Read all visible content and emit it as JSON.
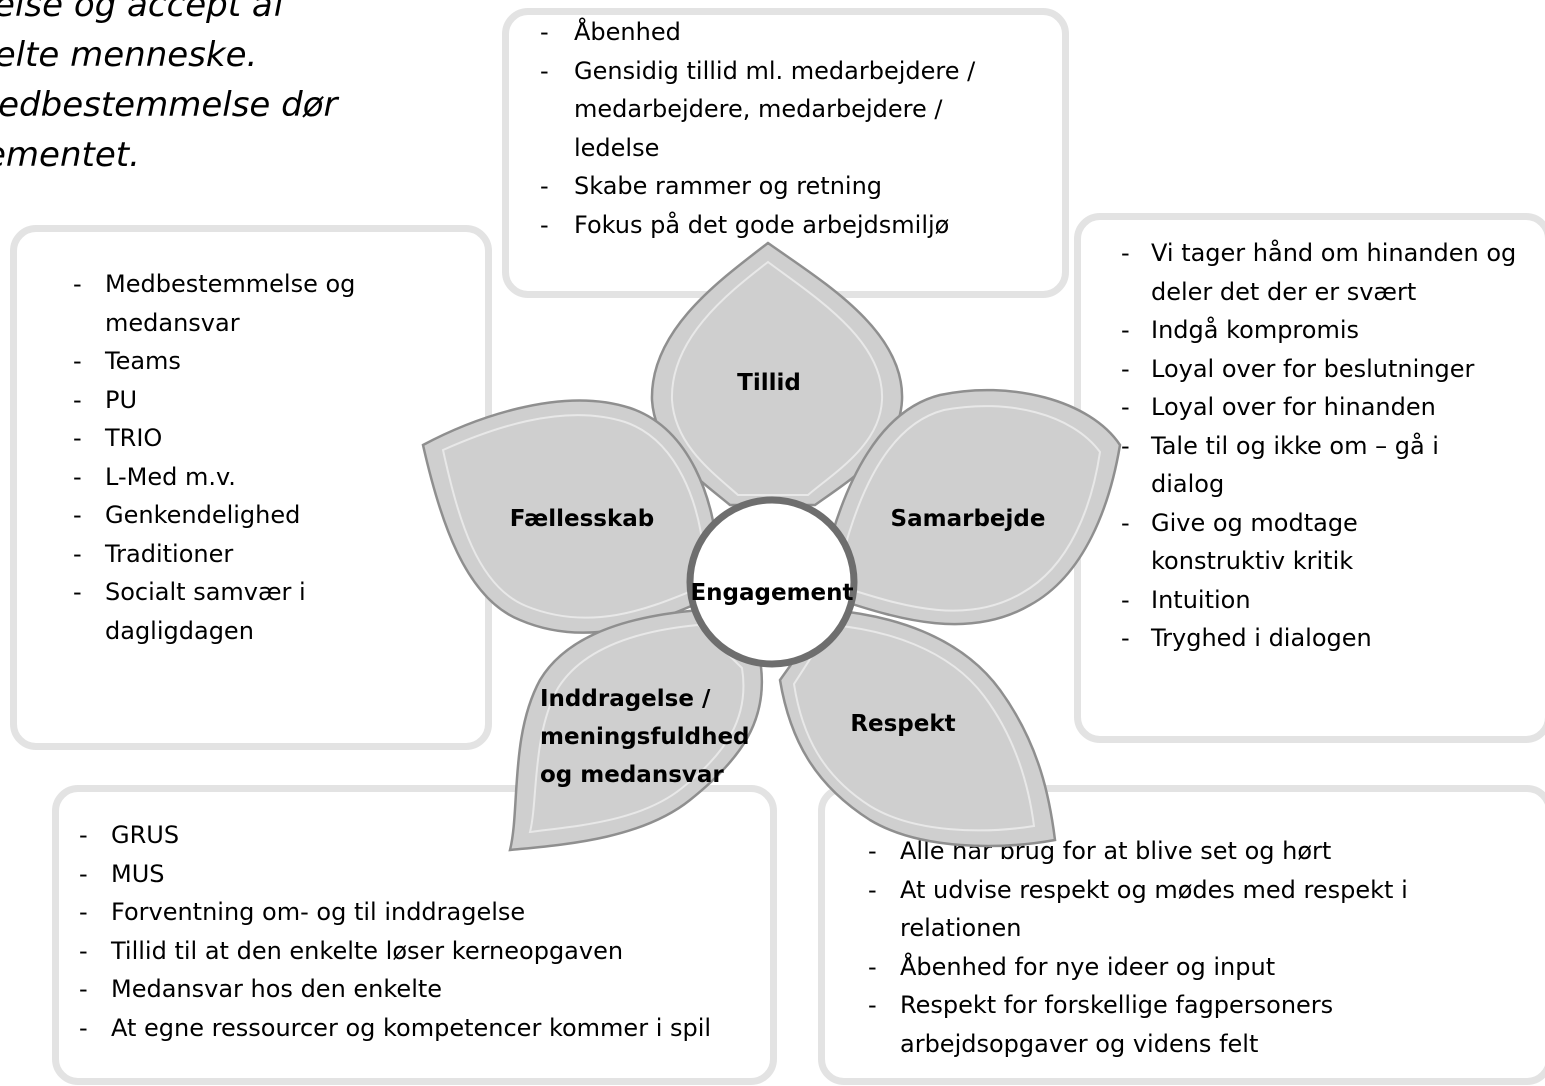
{
  "intro_lines": [
    "endelse og accept af",
    "kelte menneske.",
    "medbestemmelse dør",
    "ementet."
  ],
  "petals": {
    "tillid": "Tillid",
    "faellesskab": "Fællesskab",
    "samarbejde": "Samarbejde",
    "inddragelse": [
      "Inddragelse /",
      "meningsfuldhed",
      "og medansvar"
    ],
    "respekt": "Respekt"
  },
  "center_label": "Engagement",
  "boxes": {
    "top": [
      "Åbenhed",
      "Gensidig tillid ml. medarbejdere / medarbejdere, medarbejdere / ledelse",
      "Skabe rammer og retning",
      "Fokus på det gode arbejdsmiljø"
    ],
    "left": [
      "Medbestemmelse og medansvar",
      "Teams",
      "PU",
      "TRIO",
      "L-Med m.v.",
      "Genkendelighed",
      "Traditioner",
      "Socialt samvær i dagligdagen"
    ],
    "right": [
      "Vi tager hånd om hinanden og deler det der er svært",
      "Indgå kompromis",
      "Loyal over for beslutninger",
      "Loyal over for hinanden",
      "Tale til og ikke om – gå i dialog",
      "Give og modtage konstruktiv kritik",
      "Intuition",
      "Tryghed i dialogen"
    ],
    "bottom_left": [
      "GRUS",
      "MUS",
      "Forventning om- og til inddragelse",
      "Tillid til at den enkelte løser kerneopgaven",
      "Medansvar hos den enkelte",
      "At egne ressourcer og kompetencer kommer i spil"
    ],
    "bottom_right": [
      "Alle har brug for at blive set og hørt",
      "At udvise respekt og mødes med respekt i relationen",
      "Åbenhed for nye ideer og input",
      "Respekt for forskellige fagpersoners arbejdsopgaver og videns felt"
    ]
  },
  "colors": {
    "petal_fill": "#cfcfcf",
    "petal_stroke": "#8f8f8f",
    "box_border": "#e3e3e3",
    "center_ring": "#6e6e6e"
  }
}
